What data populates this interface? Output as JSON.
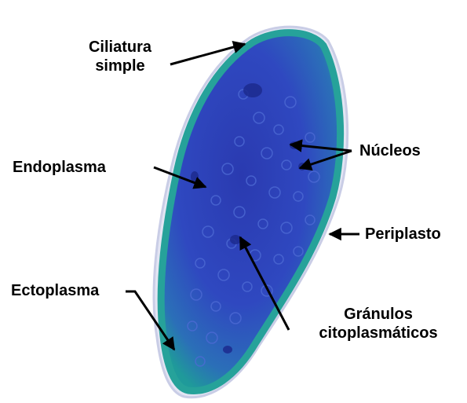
{
  "labels": {
    "ciliatura_line1": "Ciliatura",
    "ciliatura_line2": "simple",
    "nucleos": "Núcleos",
    "endoplasma": "Endoplasma",
    "periplasto": "Periplasto",
    "ectoplasma": "Ectoplasma",
    "granulos_line1": "Gránulos",
    "granulos_line2": "citoplasmáticos"
  },
  "colors": {
    "cell_body": "#2a3fb8",
    "cell_border": "#2aa39b",
    "halo": "#d9dcef",
    "arrow": "#000000"
  }
}
